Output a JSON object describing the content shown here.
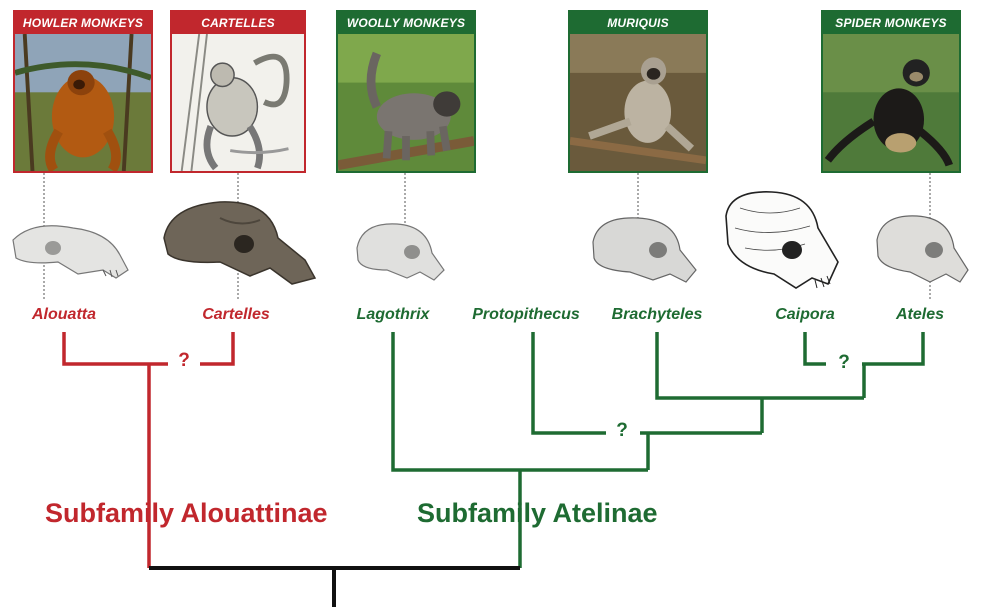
{
  "colors": {
    "howler_red": "#c1272d",
    "atelinae_green": "#1e6b32",
    "root_black": "#111111"
  },
  "cards": [
    {
      "id": "howler",
      "label": "HOWLER MONKEYS",
      "color": "#c1272d",
      "icon": "howler-monkey-photo"
    },
    {
      "id": "cartelles",
      "label": "CARTELLES",
      "color": "#c1272d",
      "icon": "cartelles-sketch"
    },
    {
      "id": "woolly",
      "label": "WOOLLY MONKEYS",
      "color": "#1e6b32",
      "icon": "woolly-monkey-photo"
    },
    {
      "id": "muriquis",
      "label": "MURIQUIS",
      "color": "#1e6b32",
      "icon": "muriqui-photo"
    },
    {
      "id": "spider",
      "label": "SPIDER MONKEYS",
      "color": "#1e6b32",
      "icon": "spider-monkey-photo"
    }
  ],
  "taxa": [
    {
      "id": "alouatta",
      "label": "Alouatta"
    },
    {
      "id": "cartelles",
      "label": "Cartelles"
    },
    {
      "id": "lagothrix",
      "label": "Lagothrix"
    },
    {
      "id": "protopithecus",
      "label": "Protopithecus"
    },
    {
      "id": "brachyteles",
      "label": "Brachyteles"
    },
    {
      "id": "caipora",
      "label": "Caipora"
    },
    {
      "id": "ateles",
      "label": "Ateles"
    }
  ],
  "subfamilies": {
    "alouattinae": "Subfamily Alouattinae",
    "atelinae": "Subfamily Atelinae"
  },
  "uncertain_marker": "?"
}
